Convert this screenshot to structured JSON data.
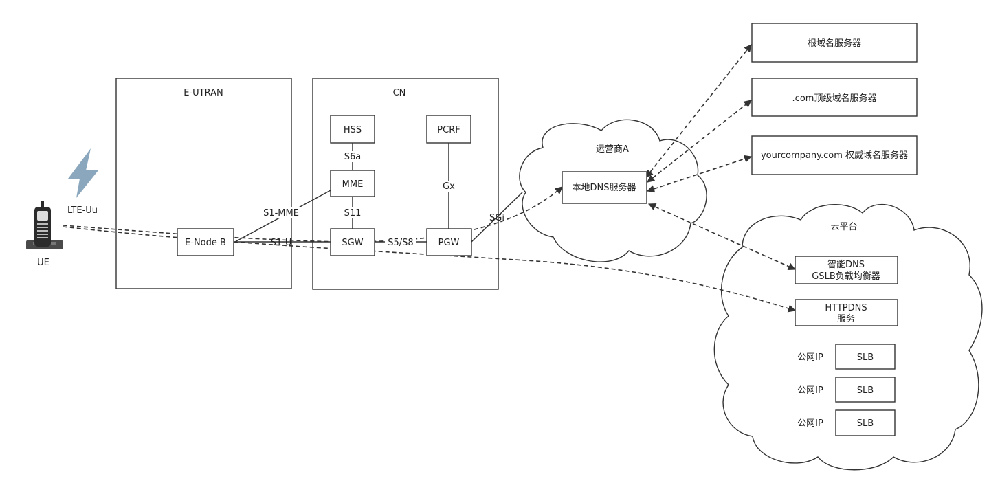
{
  "ue": {
    "label": "UE",
    "link_label": "LTE-Uu"
  },
  "eutran": {
    "title": "E-UTRAN",
    "enodeb": "E-Node B"
  },
  "cn": {
    "title": "CN",
    "hss": "HSS",
    "pcrf": "PCRF",
    "mme": "MME",
    "sgw": "SGW",
    "pgw": "PGW"
  },
  "interfaces": {
    "s6a": "S6a",
    "s11": "S11",
    "gx": "Gx",
    "s1_mme": "S1-MME",
    "s1_u": "S1-U",
    "s5_s8": "S5/S8",
    "sgi": "SGi"
  },
  "operator": {
    "title": "运营商A",
    "local_dns": "本地DNS服务器"
  },
  "dns_servers": {
    "root": "根域名服务器",
    "tld": ".com顶级域名服务器",
    "authoritative": "yourcompany.com 权威域名服务器"
  },
  "cloud": {
    "title": "云平台",
    "gslb_line1": "智能DNS",
    "gslb_line2": "GSLB负载均衡器",
    "httpdns_line1": "HTTPDNS",
    "httpdns_line2": "服务",
    "slb_rows": [
      {
        "ip_label": "公网IP",
        "slb": "SLB"
      },
      {
        "ip_label": "公网IP",
        "slb": "SLB"
      },
      {
        "ip_label": "公网IP",
        "slb": "SLB"
      }
    ]
  },
  "colors": {
    "lightning": "#8aa7bd",
    "line": "#333333"
  }
}
